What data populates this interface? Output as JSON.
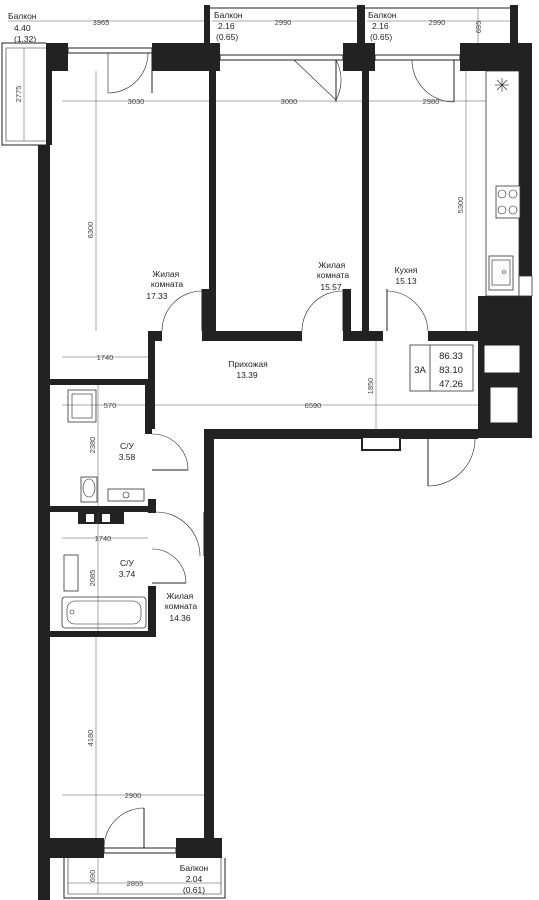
{
  "apartment": {
    "type": "3А",
    "area_total": "86.33",
    "area_reduced": "83.10",
    "area_living": "47.26"
  },
  "rooms": [
    {
      "name": "Жилая\nкомната",
      "area": "17.33"
    },
    {
      "name": "Жилая\nкомната",
      "area": "15.57"
    },
    {
      "name": "Кухня",
      "area": "15.13"
    },
    {
      "name": "Прихожая",
      "area": "13.39"
    },
    {
      "name": "С/У",
      "area": "3.58"
    },
    {
      "name": "С/У",
      "area": "3.74"
    },
    {
      "name": "Жилая\nкомната",
      "area": "14.36"
    }
  ],
  "balconies": [
    {
      "name": "Балкон",
      "area": "4.40",
      "reduced": "(1.32)"
    },
    {
      "name": "Балкон",
      "area": "2.16",
      "reduced": "(0.65)"
    },
    {
      "name": "Балкон",
      "area": "2.16",
      "reduced": "(0.65)"
    },
    {
      "name": "Балкон",
      "area": "2.04",
      "reduced": "(0.61)"
    }
  ],
  "dimensions": {
    "balcony1_width": "3965",
    "balcony1_depth": "2775",
    "balcony2_width": "2990",
    "balcony3_width": "2990",
    "balcony3_depth": "695",
    "room1_width": "3030",
    "room2_width": "3000",
    "kitchen_width": "2980",
    "room1_depth": "6300",
    "kitchen_depth": "5300",
    "hall_left": "1740",
    "hall_width": "6590",
    "hall_depth": "1850",
    "bath1_width": "570",
    "bath1_depth": "2380",
    "bath2_width": "1740",
    "bath2_depth": "2085",
    "room3_depth": "4180",
    "room3_width": "2900",
    "balcony4_width": "2855",
    "balcony4_depth": "690"
  }
}
